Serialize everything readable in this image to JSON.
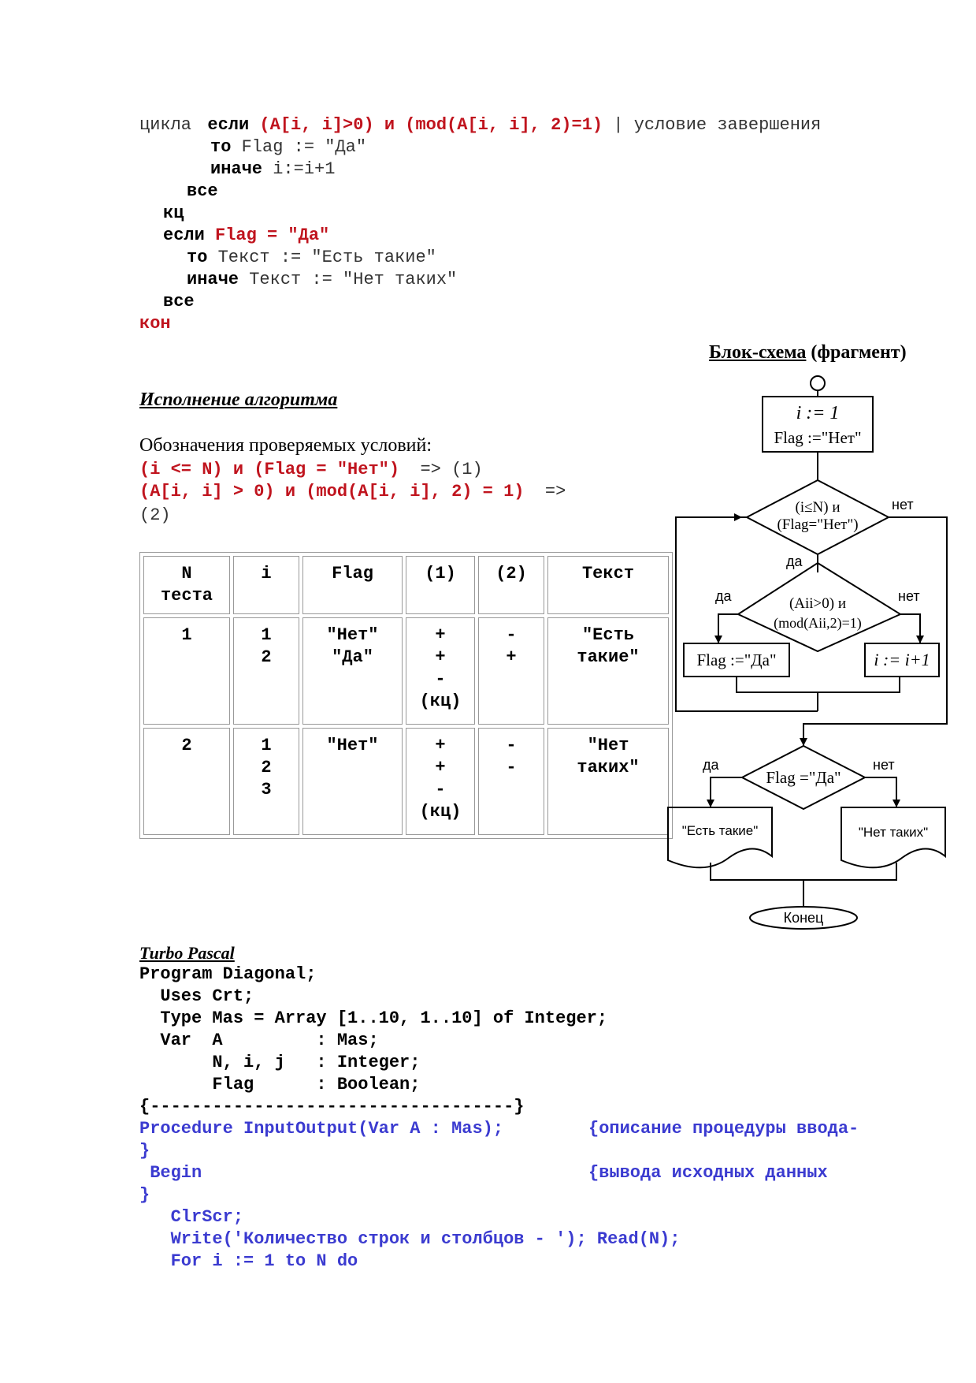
{
  "top_code": {
    "l1_kw": "если",
    "l1_cond": "(A[i, i]>0) и (mod(A[i, i], 2)=1)",
    "l1_comment": "| условие завершения",
    "l2": "цикла",
    "l3_kw": "то",
    "l3_rest": "Flag := \"Да\"",
    "l4_kw": "иначе",
    "l4_rest": "i:=i+1",
    "l5": "все",
    "l6": "кц",
    "l7_kw": "если",
    "l7_cond": "Flag = \"Да\"",
    "l8_kw": "то",
    "l8_rest": "Текст := \"Есть такие\"",
    "l9_kw": "иначе",
    "l9_rest": "Текст := \"Нет таких\"",
    "l10": "все",
    "l11": "кон"
  },
  "exec": {
    "heading": "Исполнение алгоритма",
    "conditions_label": "Обозначения проверяемых условий:",
    "cond1": "(i <= N) и (Flag = \"Нет\")",
    "cond1_tag": "=> (1)",
    "cond2": "(A[i, i] > 0) и (mod(A[i, i], 2) = 1)",
    "cond2_arrow": "=>",
    "cond2_tag": "(2)"
  },
  "table": {
    "headers": [
      "N\nтеста",
      "i",
      "Flag",
      "(1)",
      "(2)",
      "Текст"
    ],
    "rows": [
      [
        "1",
        "1\n2",
        "\"Нет\"\n\"Да\"",
        "+\n+\n-\n(кц)",
        "-\n+",
        "\"Есть\nтакие\""
      ],
      [
        "2",
        "1\n2\n3",
        "\"Нет\"",
        "+\n+\n-\n(кц)",
        "-\n-",
        "\"Нет\nтаких\""
      ]
    ]
  },
  "flowchart": {
    "title_u": "Блок-схема",
    "title_rest": " (фрагмент)",
    "init_1": "i := 1",
    "init_2": "Flag :=\"Нет\"",
    "cond1_a": "(i≤N) и",
    "cond1_b": "(Flag=\"Нет\")",
    "cond2_a": "(Aii>0) и",
    "cond2_b": "(mod(Aii,2)=1)",
    "assign_flag": "Flag :=\"Да\"",
    "assign_i": "i := i+1",
    "cond3": "Flag =\"Да\"",
    "out_yes": "\"Есть такие\"",
    "out_no": "\"Нет таких\"",
    "end": "Конец",
    "yes": "да",
    "no": "нет"
  },
  "pascal": {
    "heading": "Turbo Pascal",
    "lines": [
      "Program Diagonal;",
      "  Uses Crt;",
      "  Type Mas = Array [1..10, 1..10] of Integer;",
      "  Var  A         : Mas;",
      "       N, i, j   : Integer;",
      "       Flag      : Boolean;",
      "{-----------------------------------}"
    ],
    "proc": "Procedure InputOutput(Var A : Mas);",
    "proc_comment": "{описание процедуры ввода-",
    "brace1": "}",
    "begin": " Begin",
    "begin_comment": "{вывода исходных данных",
    "brace2": "}",
    "clrscr": "   ClrScr;",
    "write": "   Write('Количество строк и столбцов - '); Read(N);",
    "for": "   For i := 1 to N do"
  }
}
